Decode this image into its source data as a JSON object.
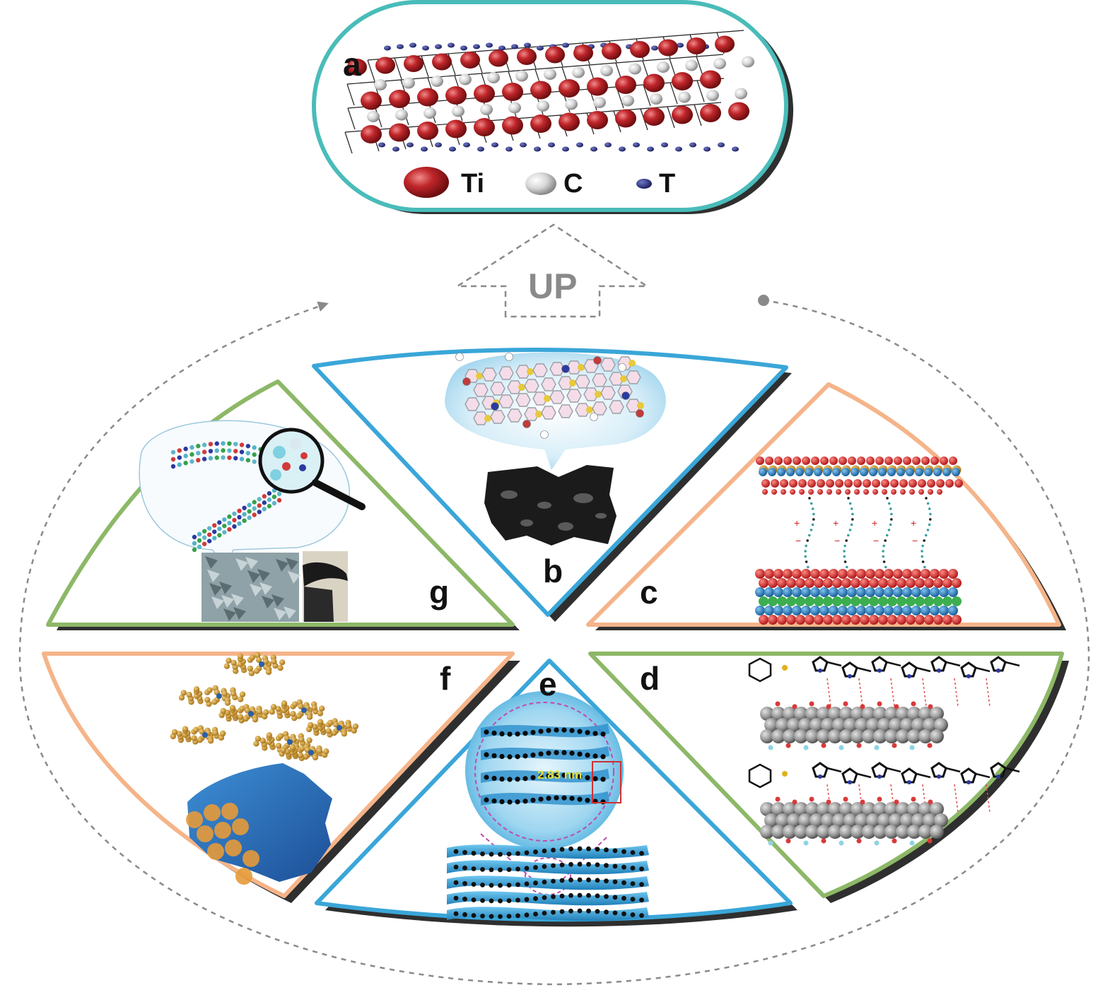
{
  "top_panel": {
    "letter": "a",
    "legend": [
      {
        "label": "Ti",
        "color": "#c0262a"
      },
      {
        "label": "C",
        "color": "#d9d9d9"
      },
      {
        "label": "T",
        "color": "#2a2f7a"
      }
    ]
  },
  "arrow": {
    "label": "UP"
  },
  "panels": {
    "b": {
      "letter": "b"
    },
    "c": {
      "letter": "c"
    },
    "d": {
      "letter": "d"
    },
    "e": {
      "letter": "e",
      "annotation": "2.83 nm"
    },
    "f": {
      "letter": "f"
    },
    "g": {
      "letter": "g"
    }
  },
  "colors": {
    "teal": "#49bcb9",
    "blue": "#3aa6d8",
    "orange": "#f5b489",
    "green": "#8db867",
    "dashed": "#8a8a8a"
  }
}
